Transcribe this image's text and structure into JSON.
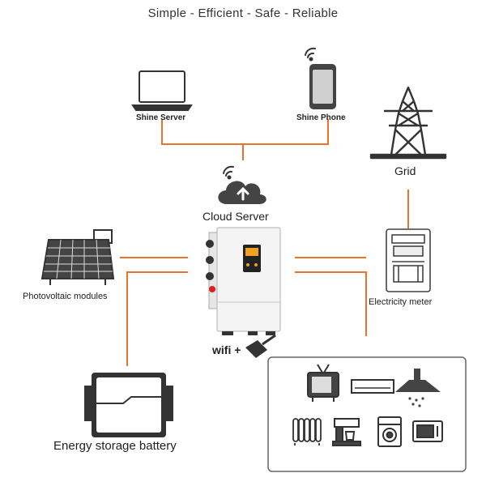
{
  "tagline": "Simple - Efficient - Safe - Reliable",
  "nodes": {
    "shine_server": "Shine Server",
    "shine_phone": "Shine Phone",
    "grid": "Grid",
    "cloud_server": "Cloud Server",
    "pv_modules": "Photovoltaic modules",
    "electricity_meter": "Electricity meter",
    "wifi": "wifi +",
    "battery": "Energy storage battery"
  },
  "colors": {
    "connector": "#e8742a",
    "icon_stroke": "#333333",
    "inverter_display_accent": "#f0a020",
    "inverter_button": "#e02020"
  },
  "icons": [
    "laptop-icon",
    "smartphone-icon",
    "wifi-signal-icon",
    "transmission-tower-icon",
    "cloud-upload-icon",
    "solar-panel-icon",
    "inverter-icon",
    "wifi-dongle-icon",
    "electricity-meter-icon",
    "battery-icon",
    "tv-icon",
    "air-conditioner-icon",
    "range-hood-icon",
    "oil-heater-icon",
    "coffee-machine-icon",
    "washing-machine-icon",
    "microwave-icon"
  ]
}
